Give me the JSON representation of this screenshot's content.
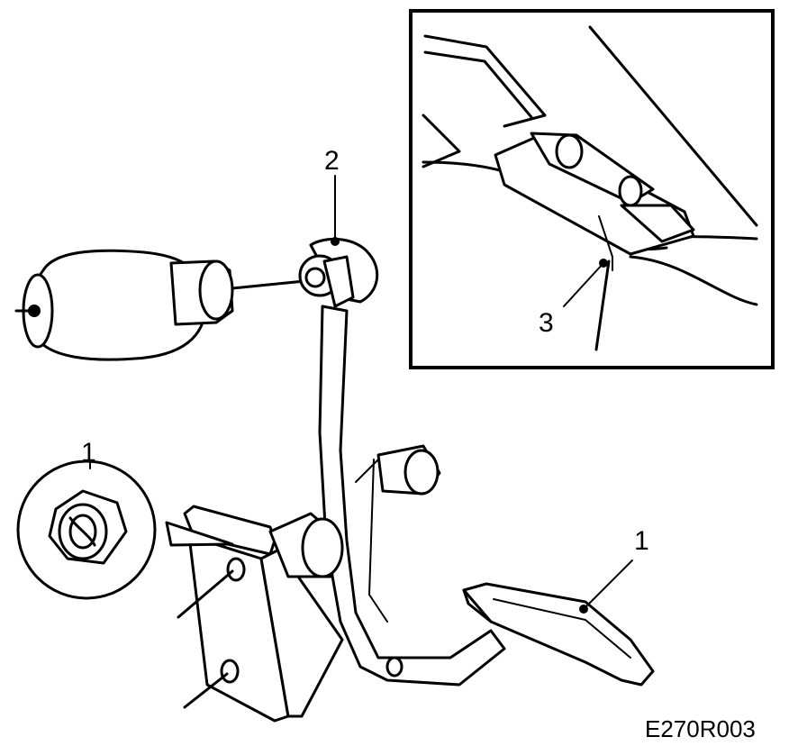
{
  "callouts": {
    "nut": "1",
    "pivot": "2",
    "switch": "3",
    "pedal": "1"
  },
  "figure_code": "E270R003"
}
